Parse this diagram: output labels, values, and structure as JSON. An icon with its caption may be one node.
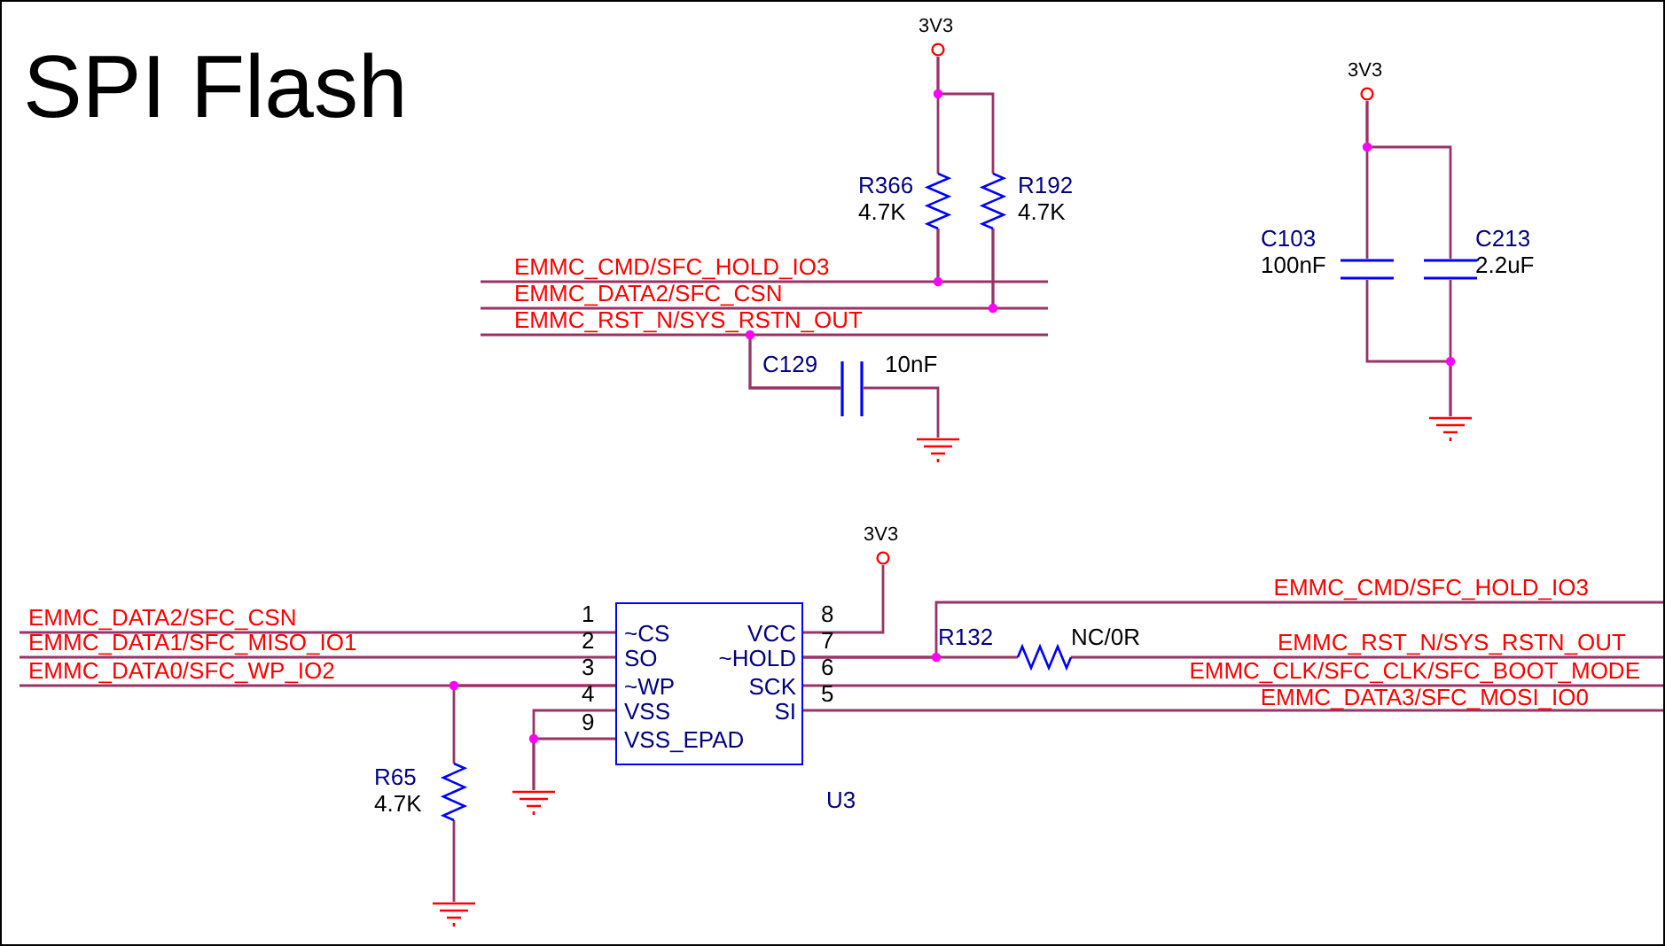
{
  "diagram": {
    "title": "SPI Flash",
    "nodes": [
      {
        "text": [
          "~CS",
          "SO",
          "~WP",
          "VSS",
          "VSS_EPAD",
          "VCC",
          "~HOLD",
          "SCK",
          "SI"
        ],
        "beside": [
          "1",
          "8",
          "2",
          "7",
          "3",
          "6",
          "4",
          "5",
          "9",
          "U3"
        ]
      },
      {
        "text": [
          "3V3"
        ]
      },
      {
        "text": [],
        "shape": "resistor",
        "beside": [
          "R366",
          "4.7K"
        ]
      },
      {
        "text": [],
        "shape": "resistor",
        "beside": [
          "R192",
          "4.7K"
        ]
      },
      {
        "text": [],
        "shape": "capacitor",
        "beside": [
          "C129",
          "10nF"
        ]
      },
      {
        "text": [],
        "shape": "ground"
      },
      {
        "text": [
          "3V3"
        ]
      },
      {
        "text": [],
        "shape": "capacitor",
        "beside": [
          "C103",
          "100nF"
        ]
      },
      {
        "text": [],
        "shape": "capacitor",
        "beside": [
          "C213",
          "2.2uF"
        ]
      },
      {
        "text": [],
        "shape": "ground"
      },
      {
        "text": [
          "3V3"
        ]
      },
      {
        "text": [],
        "shape": "resistor",
        "beside": [
          "R132",
          "NC/0R"
        ]
      },
      {
        "text": [],
        "shape": "ground"
      },
      {
        "text": [],
        "shape": "resistor",
        "beside": [
          "R65",
          "4.7K"
        ]
      },
      {
        "text": [],
        "shape": "ground"
      }
    ],
    "edges": [
      {
        "from": 1,
        "to": 2,
        "arrow": "none"
      },
      {
        "from": 1,
        "to": 3,
        "arrow": "none"
      },
      {
        "from": null,
        "to": 2,
        "arrow": "none",
        "label": "EMMC_CMD/SFC_HOLD_IO3"
      },
      {
        "from": null,
        "to": 2,
        "arrow": "none"
      },
      {
        "from": null,
        "to": 3,
        "arrow": "none",
        "label": "EMMC_DATA2/SFC_CSN"
      },
      {
        "from": null,
        "to": 3,
        "arrow": "none"
      },
      {
        "from": null,
        "to": 4,
        "arrow": "none",
        "label": "EMMC_RST_N/SYS_RSTN_OUT"
      },
      {
        "from": null,
        "to": 4,
        "arrow": "none"
      },
      {
        "from": 4,
        "to": 5,
        "arrow": "none"
      },
      {
        "from": 6,
        "to": 7,
        "arrow": "none"
      },
      {
        "from": 6,
        "to": 8,
        "arrow": "none"
      },
      {
        "from": 7,
        "to": 9,
        "arrow": "none"
      },
      {
        "from": 8,
        "to": 9,
        "arrow": "none"
      },
      {
        "from": null,
        "to": 0,
        "arrow": "none",
        "label": "EMMC_DATA2/SFC_CSN"
      },
      {
        "from": null,
        "to": 0,
        "arrow": "none",
        "label": "EMMC_DATA1/SFC_MISO_IO1"
      },
      {
        "from": null,
        "to": 0,
        "arrow": "none",
        "label": "EMMC_DATA0/SFC_WP_IO2"
      },
      {
        "from": 13,
        "to": 0,
        "arrow": "none"
      },
      {
        "from": 0,
        "to": 12,
        "arrow": "none"
      },
      {
        "from": 0,
        "to": 12,
        "arrow": "none"
      },
      {
        "from": 13,
        "to": 14,
        "arrow": "none"
      },
      {
        "from": 0,
        "to": 10,
        "arrow": "none"
      },
      {
        "from": 0,
        "to": 11,
        "arrow": "none"
      },
      {
        "from": 0,
        "to": null,
        "arrow": "none",
        "label": "EMMC_CMD/SFC_HOLD_IO3"
      },
      {
        "from": 11,
        "to": null,
        "arrow": "none",
        "label": "EMMC_RST_N/SYS_RSTN_OUT"
      },
      {
        "from": 0,
        "to": null,
        "arrow": "none",
        "label": "EMMC_CLK/SFC_CLK/SFC_BOOT_MODE"
      },
      {
        "from": 0,
        "to": null,
        "arrow": "none",
        "label": "EMMC_DATA3/SFC_MOSI_IO0"
      }
    ]
  }
}
